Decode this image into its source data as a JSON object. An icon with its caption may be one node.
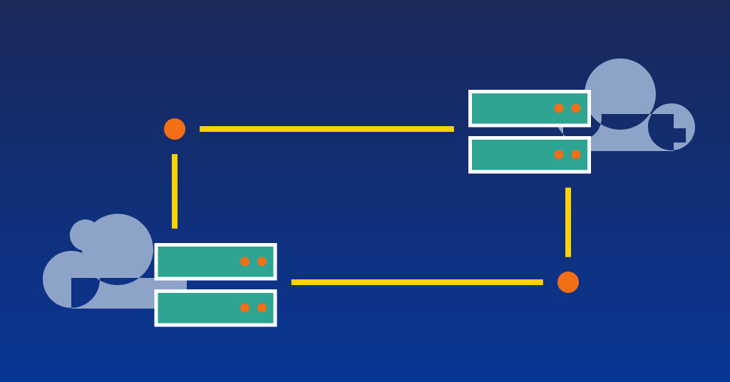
{
  "diagram": {
    "nodes": [
      {
        "text": [],
        "shape": "circle"
      },
      {
        "text": [],
        "shape": "server"
      },
      {
        "text": [],
        "shape": "circle"
      },
      {
        "text": [],
        "shape": "server"
      }
    ],
    "edges": [
      {
        "from": 0,
        "to": 1,
        "arrow": "none"
      },
      {
        "from": 0,
        "to": 3,
        "arrow": "none"
      },
      {
        "from": 1,
        "to": 2,
        "arrow": "none"
      },
      {
        "from": 2,
        "to": 3,
        "arrow": "none"
      }
    ]
  }
}
